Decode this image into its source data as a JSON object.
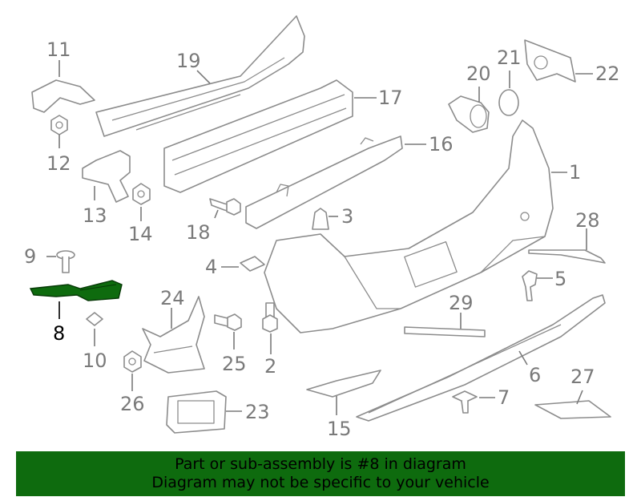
{
  "diagram": {
    "highlight_color": "#0e6b0e",
    "labels": [
      {
        "id": "1",
        "text": "1"
      },
      {
        "id": "2",
        "text": "2"
      },
      {
        "id": "3",
        "text": "3"
      },
      {
        "id": "4",
        "text": "4"
      },
      {
        "id": "5",
        "text": "5"
      },
      {
        "id": "6",
        "text": "6"
      },
      {
        "id": "7",
        "text": "7"
      },
      {
        "id": "8",
        "text": "8"
      },
      {
        "id": "9",
        "text": "9"
      },
      {
        "id": "10",
        "text": "10"
      },
      {
        "id": "11",
        "text": "11"
      },
      {
        "id": "12",
        "text": "12"
      },
      {
        "id": "13",
        "text": "13"
      },
      {
        "id": "14",
        "text": "14"
      },
      {
        "id": "15",
        "text": "15"
      },
      {
        "id": "16",
        "text": "16"
      },
      {
        "id": "17",
        "text": "17"
      },
      {
        "id": "18",
        "text": "18"
      },
      {
        "id": "19",
        "text": "19"
      },
      {
        "id": "20",
        "text": "20"
      },
      {
        "id": "21",
        "text": "21"
      },
      {
        "id": "22",
        "text": "22"
      },
      {
        "id": "23",
        "text": "23"
      },
      {
        "id": "24",
        "text": "24"
      },
      {
        "id": "25",
        "text": "25"
      },
      {
        "id": "26",
        "text": "26"
      },
      {
        "id": "27",
        "text": "27"
      },
      {
        "id": "28",
        "text": "28"
      },
      {
        "id": "29",
        "text": "29"
      }
    ],
    "highlighted_part": "8"
  },
  "banner": {
    "line1": "Part or sub-assembly is #8 in diagram",
    "line2": "Diagram may not be specific to your vehicle"
  }
}
